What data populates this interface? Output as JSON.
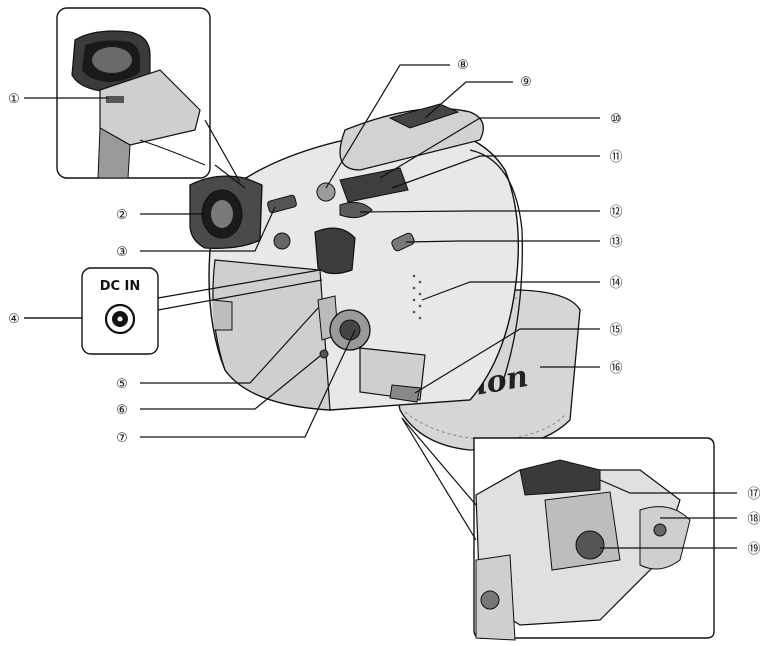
{
  "callouts": [
    {
      "id": "1",
      "label": "①"
    },
    {
      "id": "2",
      "label": "②"
    },
    {
      "id": "3",
      "label": "③"
    },
    {
      "id": "4",
      "label": "④"
    },
    {
      "id": "5",
      "label": "⑤"
    },
    {
      "id": "6",
      "label": "⑥"
    },
    {
      "id": "7",
      "label": "⑦"
    },
    {
      "id": "8",
      "label": "⑧"
    },
    {
      "id": "9",
      "label": "⑨"
    },
    {
      "id": "10",
      "label": "⑩"
    },
    {
      "id": "11",
      "label": "⑪"
    },
    {
      "id": "12",
      "label": "⑫"
    },
    {
      "id": "13",
      "label": "⑬"
    },
    {
      "id": "14",
      "label": "⑭"
    },
    {
      "id": "15",
      "label": "⑮"
    },
    {
      "id": "16",
      "label": "⑯"
    },
    {
      "id": "17",
      "label": "⑰"
    },
    {
      "id": "18",
      "label": "⑱"
    },
    {
      "id": "19",
      "label": "⑲"
    }
  ],
  "dc_in_inset": {
    "label": "DC IN"
  },
  "grip_strap": {
    "brand": "Canon"
  },
  "colors": {
    "line": "#111111",
    "body_light": "#e6e6e6",
    "body_mid": "#bdbdbd",
    "body_dark": "#3a3a3a",
    "strap": "#d9d9d9"
  }
}
